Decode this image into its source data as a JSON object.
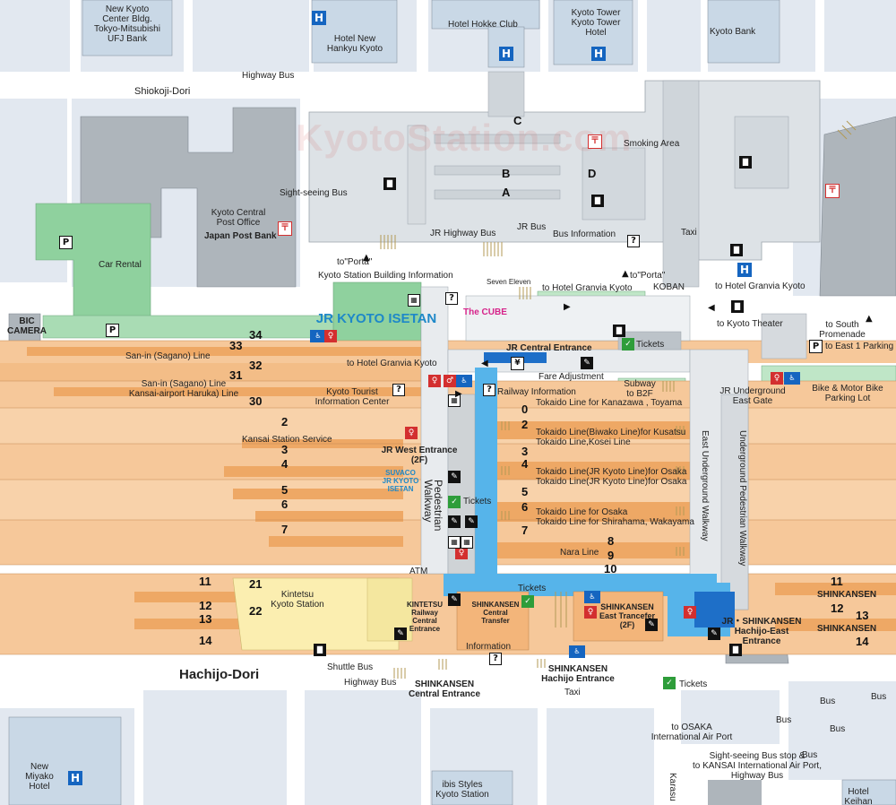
{
  "watermark": "KyotoStation.com",
  "streets": {
    "shiokoji": "Shiokoji-Dori",
    "hachijo": "Hachijo-Dori",
    "karasuma": "Karasu"
  },
  "buildings": {
    "new_kyoto_center": "New Kyoto\nCenter Bldg.\nTokyo-Mitsubishi\nUFJ Bank",
    "hotel_new_hankyu": "Hotel New\nHankyu Kyoto",
    "hotel_hokke": "Hotel Hokke Club",
    "kyoto_tower": "Kyoto Tower\nKyoto Tower\nHotel",
    "kyoto_bank": "Kyoto Bank",
    "post_office": "Kyoto Central\nPost Office",
    "japan_post_bank": "Japan Post Bank",
    "bic_camera": "BIC\nCAMERA",
    "isetan": "JR KYOTO\nISETAN",
    "suvaco": "SUVACO\nJR KYOTO\nISETAN",
    "new_miyako": "New\nMiyako\nHotel",
    "ibis": "ibis Styles\nKyoto Station",
    "hotel_keihan": "Hotel\nKeihan"
  },
  "bus_area": {
    "highway_bus_top": "Highway Bus",
    "sightseeing_bus": "Sight-seeing Bus",
    "jr_highway_bus": "JR Highway Bus",
    "jr_bus": "JR Bus",
    "bus_information": "Bus Information",
    "smoking_area": "Smoking Area",
    "taxi_top": "Taxi",
    "stop_a": "A",
    "stop_b": "B",
    "stop_c": "C",
    "stop_d": "D"
  },
  "labels": {
    "car_rental": "Car Rental",
    "to_porta_1": "to\"Porta\"",
    "kyoto_station_building_info": "Kyoto Station Building Information",
    "seven_eleven": "Seven Eleven",
    "to_hotel_granvia_1": "to Hotel Granvia Kyoto",
    "to_porta_2": "to\"Porta\"",
    "koban": "KOBAN",
    "to_hotel_granvia_2": "to Hotel Granvia Kyoto",
    "the_cube": "The CUBE",
    "to_kyoto_theater": "to Kyoto Theater",
    "to_south_promenade": "to South\nPromenade",
    "to_east_1_parking": "to East 1 Parking",
    "jr_central_entrance": "JR Central Entrance",
    "tickets_1": "Tickets",
    "to_hotel_granvia_3": "to Hotel Granvia Kyoto",
    "fare_adjustment": "Fare Adjustment",
    "subway_b2f": "Subway\nto B2F",
    "jr_underground_east_gate": "JR Underground\nEast Gate",
    "bike_parking": "Bike & Motor Bike\nParking Lot",
    "kyoto_tourist_info": "Kyoto Tourist\nInformation Center",
    "railway_information": "Railway Information",
    "kansai_station_service": "Kansai Station Service",
    "jr_west_entrance": "JR West Entrance\n(2F)",
    "pedestrian_walkway": "Pedestrian\nWalkway",
    "tickets_2": "Tickets",
    "east_underground_walkway": "East Underground Walkway",
    "underground_pedestrian_walkway": "Underground Pedestrian Walkway",
    "atm": "ATM",
    "tickets_3": "Tickets",
    "kintetsu_kyoto_station": "Kintetsu\nKyoto Station",
    "kintetsu_central_entrance": "KINTETSU\nRailway\nCentral\nEntrance",
    "shinkansen_central_transfer": "SHINKANSEN\nCentral\nTransfer",
    "shinkansen_east_transfer": "SHINKANSEN\nEast Trancefer\n(2F)",
    "jr_shinkansen_hachijo_east": "JR・SHINKANSEN\nHachijo-East\nEntrance",
    "information": "Information",
    "shuttle_bus": "Shuttle Bus",
    "highway_bus_bottom": "Highway Bus",
    "shinkansen_central_entrance": "SHINKANSEN\nCentral Entrance",
    "shinkansen_hachijo_entrance": "SHINKANSEN\nHachijo Entrance",
    "taxi_bottom": "Taxi",
    "tickets_4": "Tickets",
    "bus_1": "Bus",
    "bus_2": "Bus",
    "bus_3": "Bus",
    "bus_4": "Bus",
    "bus_5": "Bus",
    "to_osaka_airport": "to OSAKA\nInternational Air Port",
    "sightseeing_bus_stop": "Sight-seeing Bus stop &\nto KANSAI International Air Port,\nHighway Bus",
    "shinkansen_1": "SHINKANSEN",
    "shinkansen_2": "SHINKANSEN"
  },
  "lines": {
    "sanin_sagano": "San-in (Sagano) Line",
    "sanin_haruka": "San-in (Sagano) Line\nKansai-airport Haruka) Line",
    "tokaido_kanazawa": "Tokaido Line for Kanazawa , Toyama",
    "tokaido_biwako": "Tokaido Line(Biwako Line)for Kusatsu\nTokaido Line,Kosei Line",
    "tokaido_jrkyoto": "Tokaido Line(JR Kyoto Line)for Osaka\nTokaido Line(JR Kyoto Line)for Osaka",
    "tokaido_osaka": "Tokaido Line for Osaka\nTokaido Line for Shirahama, Wakayama",
    "nara_line": "Nara Line"
  },
  "platforms": {
    "p34": "34",
    "p33": "33",
    "p32": "32",
    "p31": "31",
    "p30": "30",
    "p0": "0",
    "p2a": "2",
    "p2b": "2",
    "p3a": "3",
    "p3b": "3",
    "p4a": "4",
    "p4b": "4",
    "p5a": "5",
    "p5b": "5",
    "p6a": "6",
    "p6b": "6",
    "p7a": "7",
    "p7b": "7",
    "p8": "8",
    "p9": "9",
    "p10": "10",
    "k21": "21",
    "k22": "22",
    "k11": "11",
    "k12": "12",
    "k13": "13",
    "k14": "14",
    "s11": "11",
    "s12": "12",
    "s13": "13",
    "s14": "14"
  },
  "icons": {
    "hotel": "H",
    "parking": "P",
    "post": "〒",
    "bus": "bus-icon",
    "ticket": "ticket-icon",
    "info": "?",
    "restroom": "restroom-icon",
    "locker": "locker-icon",
    "yen": "¥"
  },
  "colors": {
    "block": "#e2e8f0",
    "block_blue": "#c9d8e6",
    "building_gray": "#aeb5bb",
    "station_gray": "#cfd3d6",
    "track_orange": "#f6c89a",
    "track_dark": "#eea865",
    "green_building": "#8fd19e",
    "green_light": "#bfe6c7",
    "concourse_blue": "#56b4ea",
    "kintetsu_yellow": "#fbeeb0",
    "road": "#ffffff",
    "text": "#222222",
    "hotel_blue": "#1565c0",
    "post_red": "#d32f2f",
    "ticket_green": "#2e9d3a",
    "cube_pink": "#d6238a"
  }
}
